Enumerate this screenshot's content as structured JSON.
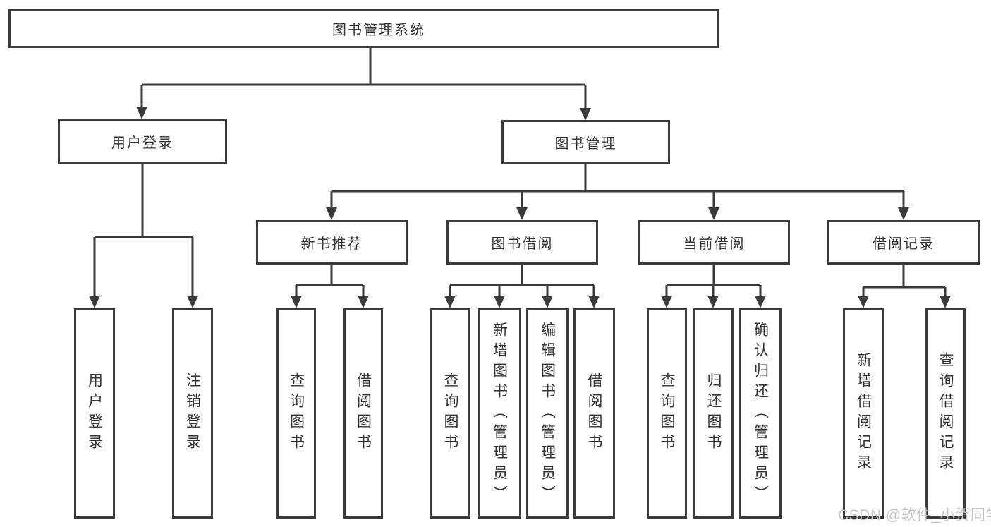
{
  "diagram": {
    "title": "图书管理系统",
    "level2": {
      "user_login": "用户登录",
      "book_management": "图书管理"
    },
    "level3": {
      "new_book_recommend": "新书推荐",
      "book_borrowing": "图书借阅",
      "current_borrowing": "当前借阅",
      "borrowing_records": "借阅记录"
    },
    "leaves": {
      "user_login": [
        "用户登录",
        "注销登录"
      ],
      "new_book_recommend": [
        "查询图书",
        "借阅图书"
      ],
      "book_borrowing": [
        "查询图书",
        "新增图书（管理员）",
        "编辑图书（管理员）",
        "借阅图书"
      ],
      "current_borrowing": [
        "查询图书",
        "归还图书",
        "确认归还（管理员）"
      ],
      "borrowing_records": [
        "新增借阅记录",
        "查询借阅记录"
      ]
    },
    "colors": {
      "line": "#3a3a3a",
      "text": "#333333",
      "background": "#ffffff",
      "watermark": "#c6c6c6"
    }
  },
  "watermark": {
    "text": "CSDN @软件_小贺同学"
  }
}
